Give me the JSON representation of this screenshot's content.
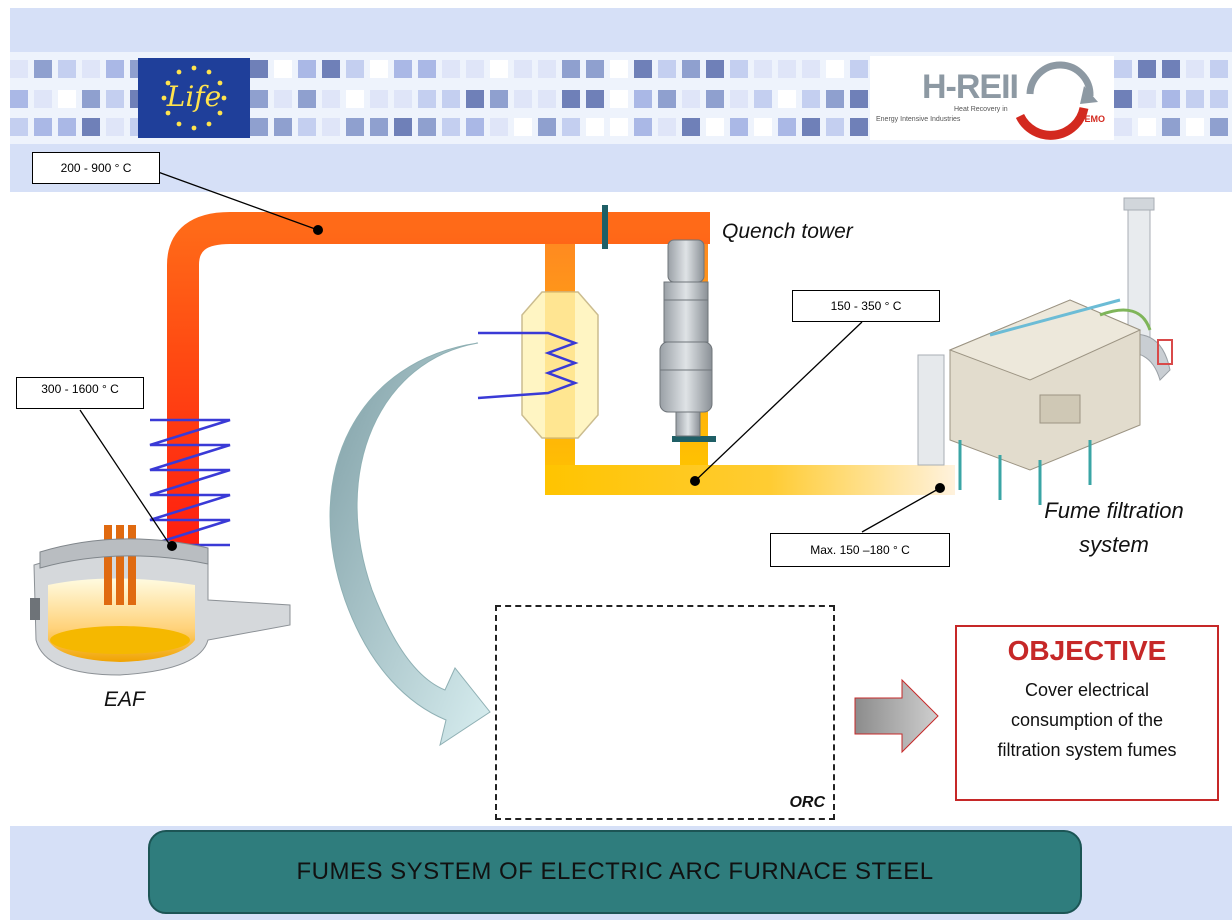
{
  "header": {
    "life_logo_text": "Life",
    "hreii_logo": {
      "title": "H-REII",
      "subtitle_line1": "Heat Recovery in",
      "subtitle_line2": "Energy Intensive Industries",
      "badge": "DEMO"
    }
  },
  "temperature_labels": {
    "duct_top": "200 - 900 ° C",
    "furnace_exit": "300 - 1600 ° C",
    "after_quench": "150 - 350 ° C",
    "filter_inlet": "Max. 150 –180 ° C"
  },
  "equipment_labels": {
    "quench_tower": "Quench tower",
    "fume_filtration": "Fume filtration system",
    "eaf": "EAF",
    "orc": "ORC"
  },
  "objective": {
    "title": "OBJECTIVE",
    "body": "Cover electrical consumption of the filtration system fumes"
  },
  "footer": {
    "title": "FUMES SYSTEM OF ELECTRIC ARC FURNACE STEEL"
  },
  "colors": {
    "hot_duct": "#ff3b14",
    "warm_duct": "#ff7a1a",
    "cool_duct": "#ffc400",
    "coil": "#3a3ad6",
    "flow_arrow": "#9ab8bc",
    "objective_red": "#c62828",
    "footer_teal": "#2f7d7d",
    "band_blue": "#d6e0f7"
  },
  "icons": [
    "life-eu-logo",
    "hreii-logo",
    "electric-arc-furnace-icon",
    "heat-exchanger-icon",
    "quench-tower-icon",
    "filtration-plant-icon",
    "orc-unit-icon",
    "flow-arrow-icon",
    "objective-arrow-icon"
  ]
}
